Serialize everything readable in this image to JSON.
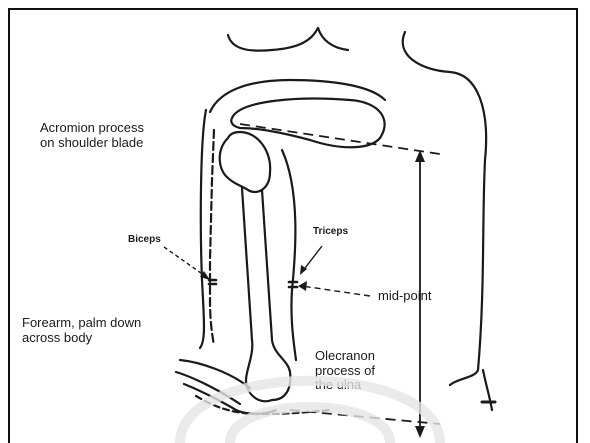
{
  "labels": {
    "acromion": "Acromion process\non shoulder blade",
    "biceps": "Biceps",
    "triceps": "Triceps",
    "midpoint": "mid-point",
    "forearm": "Forearm, palm down\nacross body",
    "olecranon": "Olecranon\nprocess of\nthe ulna"
  },
  "colors": {
    "line": "#1a1a1a",
    "background": "#ffffff"
  }
}
